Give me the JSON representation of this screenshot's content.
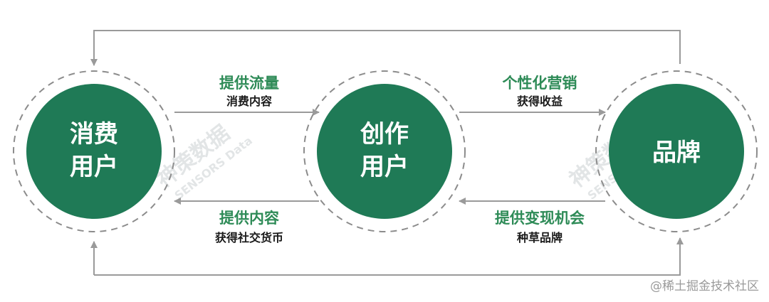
{
  "colors": {
    "node_fill": "#1f7a56",
    "dashed_ring": "#8c8c8c",
    "arrow": "#9a9a9a",
    "edge_title": "#2e8b57",
    "edge_sub": "#1a1a1a"
  },
  "nodes": {
    "consumer": {
      "line1": "消费",
      "line2": "用户"
    },
    "creator": {
      "line1": "创作",
      "line2": "用户"
    },
    "brand": {
      "line1": "品牌"
    }
  },
  "edges": {
    "consumer_to_creator": {
      "title": "提供流量",
      "sub": "消费内容"
    },
    "creator_to_consumer": {
      "title": "提供内容",
      "sub": "获得社交货币"
    },
    "creator_to_brand": {
      "title": "个性化营销",
      "sub": "获得收益"
    },
    "brand_to_creator": {
      "title": "提供变现机会",
      "sub": "种草品牌"
    }
  },
  "watermarks": {
    "center": {
      "name": "神策数据",
      "en": "SENSORS Data"
    },
    "footer": "@稀土掘金技术社区"
  }
}
